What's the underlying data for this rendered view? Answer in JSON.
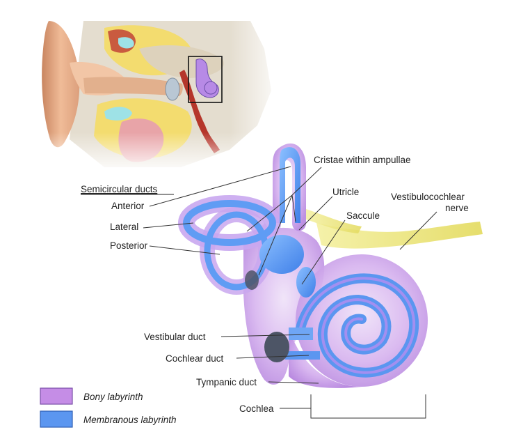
{
  "labels": {
    "semicircular_ducts": "Semicircular ducts",
    "anterior": "Anterior",
    "lateral": "Lateral",
    "posterior": "Posterior",
    "cristae": "Cristae within ampullae",
    "utricle": "Utricle",
    "saccule": "Saccule",
    "vestibulocochlear_line1": "Vestibulocochlear",
    "vestibulocochlear_line2": "nerve",
    "vestibular_duct": "Vestibular duct",
    "cochlear_duct": "Cochlear duct",
    "tympanic_duct": "Tympanic duct",
    "cochlea": "Cochlea"
  },
  "legend": [
    {
      "label": "Bony labyrinth",
      "color": "#c58de6"
    },
    {
      "label": "Membranous labyrinth",
      "color": "#5b96f0"
    }
  ],
  "colors": {
    "bony": "#c58de6",
    "membranous": "#5b96f0",
    "nerve": "#ece777",
    "ear_skin": "#e7a984",
    "fat": "#f2dc72",
    "bone": "#ddd6c8"
  }
}
